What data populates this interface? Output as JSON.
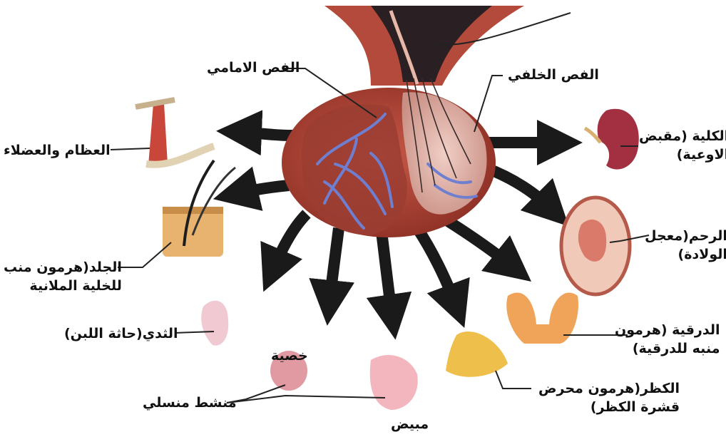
{
  "labels": {
    "anterior_lobe": "الفص الامامي",
    "posterior_lobe": "الفص الخلفي",
    "bones_muscles": "العظام والعضلاء",
    "kidney_line1": "الكلية (مقبض",
    "kidney_line2": "الاوعية)",
    "uterus_line1": "الرحم(معجل",
    "uterus_line2": "الولادة)",
    "skin_line1": "الجلد(هرمون منب",
    "skin_line2": "للخلية الملانية",
    "breast": "الثدي(حاثة اللبن)",
    "thyroid_line1": "الدرقية (هرمون",
    "thyroid_line2": "منبه للدرقية)",
    "adrenal_line1": "الكظر(هرمون محرض",
    "adrenal_line2": "قشرة الكظر)",
    "testis": "خصية",
    "gonadotropin": "منشط منسلي",
    "ovary": "مبيض"
  },
  "colors": {
    "gland_red": "#b9483a",
    "posterior_pink": "#e2b1a6",
    "vessel_blue": "#6f7fd0",
    "arrow": "#1a1a1a"
  }
}
